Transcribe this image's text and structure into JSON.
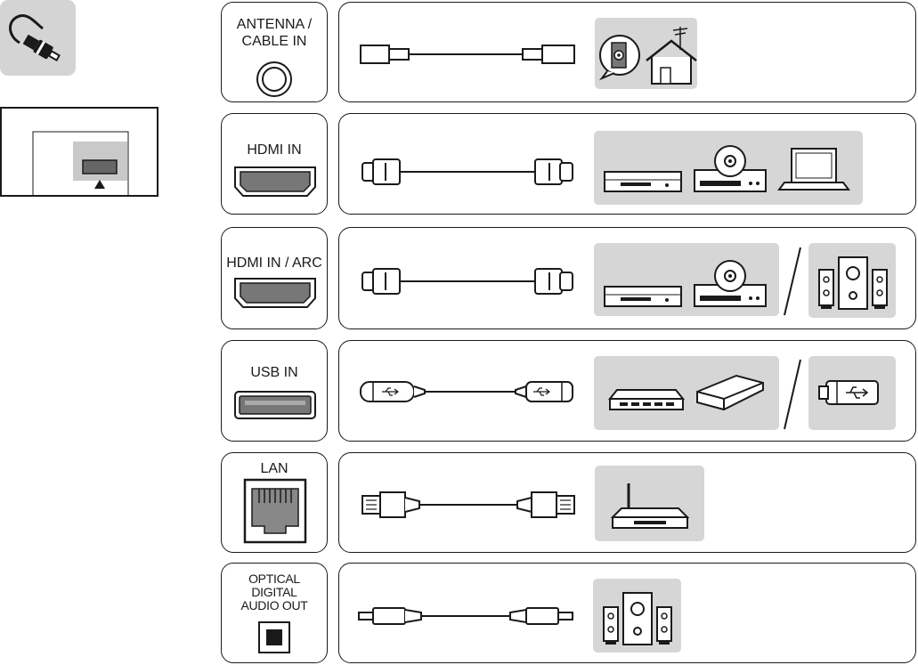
{
  "colors": {
    "outline": "#1a1a1a",
    "panel_gray": "#d6d6d6",
    "badge_gray": "#d4d4d4",
    "port_fill": "#777777"
  },
  "rows": [
    {
      "id": "antenna",
      "label": "ANTENNA /\nCABLE IN",
      "port_icon": "coax-port-icon",
      "cable_icon": "coax-cable-icon",
      "devices": [
        "antenna-house-icon"
      ]
    },
    {
      "id": "hdmi",
      "label": "HDMI IN",
      "port_icon": "hdmi-port-icon",
      "cable_icon": "hdmi-cable-icon",
      "devices": [
        "set-top-box-icon",
        "dvd-player-icon",
        "laptop-icon"
      ]
    },
    {
      "id": "hdmi-arc",
      "label": "HDMI IN / ARC",
      "port_icon": "hdmi-port-icon",
      "cable_icon": "hdmi-cable-icon",
      "devices": [
        "set-top-box-icon",
        "dvd-player-icon"
      ],
      "alt_devices": [
        "speaker-system-icon"
      ]
    },
    {
      "id": "usb",
      "label": "USB IN",
      "port_icon": "usb-port-icon",
      "cable_icon": "usb-cable-icon",
      "devices": [
        "usb-hub-icon",
        "external-hdd-icon"
      ],
      "alt_devices": [
        "usb-stick-icon"
      ]
    },
    {
      "id": "lan",
      "label": "LAN",
      "port_icon": "lan-port-icon",
      "cable_icon": "lan-cable-icon",
      "devices": [
        "router-icon"
      ]
    },
    {
      "id": "optical",
      "label": "OPTICAL\nDIGITAL\nAUDIO OUT",
      "port_icon": "optical-port-icon",
      "cable_icon": "optical-cable-icon",
      "devices": [
        "speaker-system-icon"
      ]
    }
  ],
  "top_icons": {
    "badge": "cable-plug-icon",
    "tv_panel": "tv-port-locator-icon"
  }
}
